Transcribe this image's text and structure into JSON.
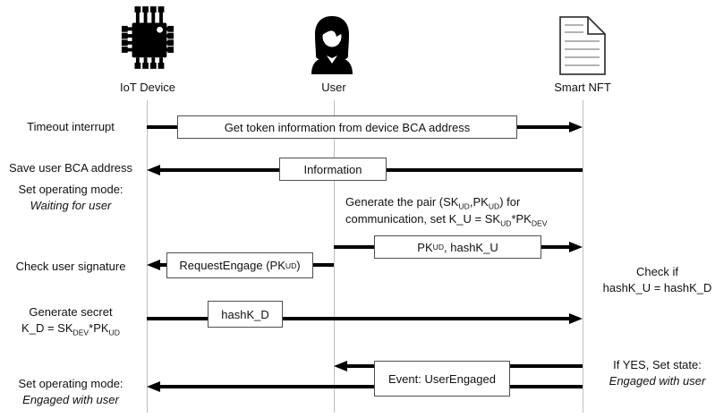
{
  "diagram_type": "sequence-diagram",
  "colors": {
    "arrow": "#000000",
    "box_border": "#4f4f4f",
    "lifeline": "#bfbfbf",
    "text": "#111111",
    "background": "#ffffff"
  },
  "actors": {
    "iot": {
      "label": "IoT Device",
      "icon": "chip-icon"
    },
    "user": {
      "label": "User",
      "icon": "person-icon"
    },
    "nft": {
      "label": "Smart NFT",
      "icon": "document-icon"
    }
  },
  "messages": {
    "get_token": {
      "label": "Get token information from device BCA address",
      "from": "IoT Device",
      "to": "Smart NFT"
    },
    "information": {
      "label": "Information",
      "from": "Smart NFT",
      "to": "IoT Device"
    },
    "pk_hashku": {
      "label": "PK~UD~, hashK_U",
      "from": "User",
      "to": "Smart NFT"
    },
    "request_engage": {
      "label": "RequestEngage (PK~UD~)",
      "from": "User",
      "to": "IoT Device"
    },
    "hashkd": {
      "label": "hashK_D",
      "from": "IoT Device",
      "to": "Smart NFT"
    },
    "event_user_engaged": {
      "label": "Event: UserEngaged",
      "from": "Smart NFT",
      "to": "User and IoT Device"
    }
  },
  "notes": {
    "timeout": {
      "line1": "Timeout interrupt"
    },
    "save_user_bca": {
      "line1": "Save user BCA address"
    },
    "set_mode_waiting": {
      "line1": "Set operating mode:",
      "line2": "Waiting for user"
    },
    "check_user_signature": {
      "line1": "Check user signature"
    },
    "generate_secret": {
      "line1": "Generate secret",
      "line2": "K_D = SK~DEV~*PK~UD~"
    },
    "set_mode_engaged": {
      "line1": "Set operating mode:",
      "line2": "Engaged with user"
    },
    "generate_pair": {
      "line1": "Generate the pair (SK~UD~,PK~UD~) for",
      "line2": "communication, set K_U = SK~UD~*PK~DEV~"
    },
    "check_if": {
      "line1": "Check if",
      "line2": "hashK_U = hashK_D"
    },
    "if_yes": {
      "line1": "If YES, Set state:",
      "line2": "Engaged with user"
    }
  }
}
